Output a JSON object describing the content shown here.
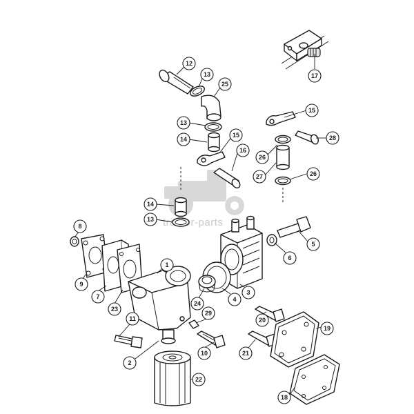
{
  "watermark": {
    "text": "tractor-parts"
  },
  "callouts": [
    {
      "id": "c12",
      "label": "12"
    },
    {
      "id": "c13a",
      "label": "13"
    },
    {
      "id": "c25",
      "label": "25"
    },
    {
      "id": "c13b",
      "label": "13"
    },
    {
      "id": "c15a",
      "label": "15"
    },
    {
      "id": "c14a",
      "label": "14"
    },
    {
      "id": "c16",
      "label": "16"
    },
    {
      "id": "c15b",
      "label": "15"
    },
    {
      "id": "c28",
      "label": "28"
    },
    {
      "id": "c26a",
      "label": "26"
    },
    {
      "id": "c27",
      "label": "27"
    },
    {
      "id": "c26b",
      "label": "26"
    },
    {
      "id": "c17",
      "label": "17"
    },
    {
      "id": "c14b",
      "label": "14"
    },
    {
      "id": "c13c",
      "label": "13"
    },
    {
      "id": "c8",
      "label": "8"
    },
    {
      "id": "c9",
      "label": "9"
    },
    {
      "id": "c7",
      "label": "7"
    },
    {
      "id": "c23",
      "label": "23"
    },
    {
      "id": "c1",
      "label": "1"
    },
    {
      "id": "c5",
      "label": "5"
    },
    {
      "id": "c6",
      "label": "6"
    },
    {
      "id": "c3",
      "label": "3"
    },
    {
      "id": "c4",
      "label": "4"
    },
    {
      "id": "c24",
      "label": "24"
    },
    {
      "id": "c11",
      "label": "11"
    },
    {
      "id": "c29",
      "label": "29"
    },
    {
      "id": "c20",
      "label": "20"
    },
    {
      "id": "c19",
      "label": "19"
    },
    {
      "id": "c2",
      "label": "2"
    },
    {
      "id": "c10",
      "label": "10"
    },
    {
      "id": "c21",
      "label": "21"
    },
    {
      "id": "c22",
      "label": "22"
    },
    {
      "id": "c18",
      "label": "18"
    }
  ]
}
